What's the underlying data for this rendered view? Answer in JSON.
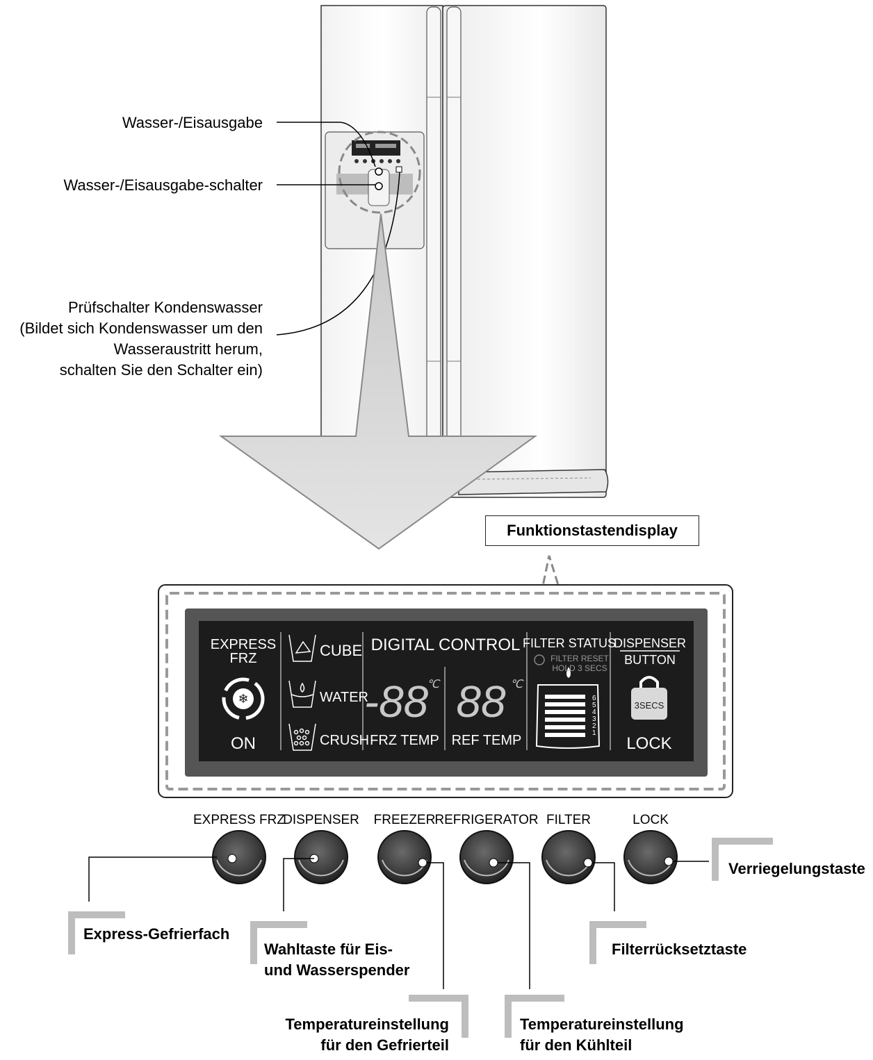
{
  "callouts_top": {
    "dispenser": "Wasser-/Eisausgabe",
    "dispenser_switch": "Wasser-/Eisausgabe-schalter",
    "condensation_line1": "Prüfschalter Kondenswasser",
    "condensation_line2": "(Bildet sich Kondenswasser um den",
    "condensation_line3": "Wasseraustritt herum,",
    "condensation_line4": "schalten Sie den Schalter ein)"
  },
  "panel_title": "Funktionstastendisplay",
  "display": {
    "express_frz_line1": "EXPRESS",
    "express_frz_line2": "FRZ",
    "express_on": "ON",
    "cube": "CUBE",
    "water": "WATER",
    "crush": "CRUSH",
    "digital_control": "DIGITAL CONTROL",
    "frz_digits": "-88",
    "ref_digits": "88",
    "degree_unit": "℃",
    "frz_temp": "FRZ TEMP",
    "ref_temp": "REF TEMP",
    "filter_status": "FILTER STATUS",
    "filter_reset": "FILTER RESET",
    "hold_3_secs": "HOLD 3 SECS",
    "filter_levels": [
      "6",
      "5",
      "4",
      "3",
      "2",
      "1"
    ],
    "dispenser_line1": "DISPENSER",
    "dispenser_line2": "BUTTON",
    "lock_secs": "3SECS",
    "lock": "LOCK"
  },
  "buttons": [
    "EXPRESS FRZ",
    "DISPENSER",
    "FREEZER",
    "REFRIGERATOR",
    "FILTER",
    "LOCK"
  ],
  "callouts_bottom": {
    "express": "Express-Gefrierfach",
    "dispenser_select_line1": "Wahltaste für Eis-",
    "dispenser_select_line2": "und Wasserspender",
    "freezer_temp_line1": "Temperatureinstellung",
    "freezer_temp_line2": "für den Gefrierteil",
    "fridge_temp_line1": "Temperatureinstellung",
    "fridge_temp_line2": "für den Kühlteil",
    "filter_reset": "Filterrücksetztaste",
    "lock": "Verriegelungstaste"
  },
  "colors": {
    "display_bg": "#1c1c1c",
    "display_text": "#ffffff",
    "segment_text": "#c8c8c8",
    "knob": "#3a3a3a",
    "arrow": "#d6d6d6",
    "bracket": "#bdbdbd"
  }
}
